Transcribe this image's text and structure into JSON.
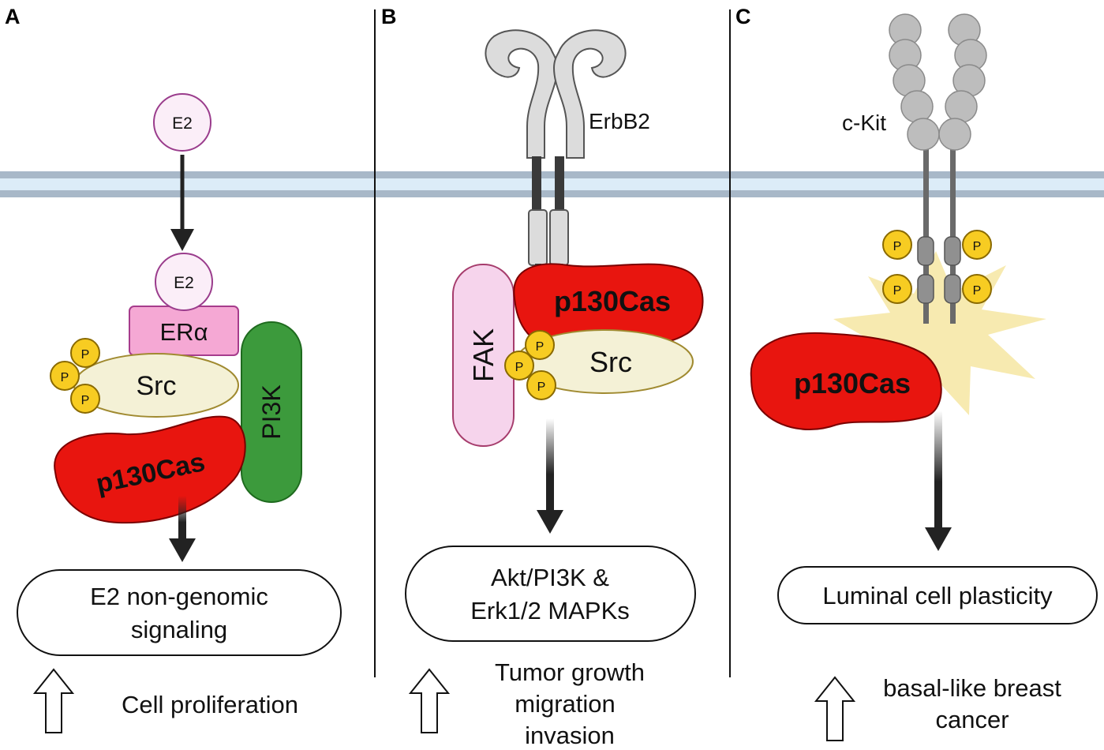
{
  "panels": [
    {
      "id": "A",
      "label": "A",
      "ligand_free": "E2",
      "ligand_bound": "E2",
      "receptor": "ERα",
      "kinase": "Src",
      "pi3k": "PI3K",
      "adaptor": "p130Cas",
      "phospho": [
        "P",
        "P",
        "P"
      ],
      "outcome_box": [
        "E2 non-genomic",
        "signaling"
      ],
      "effect": [
        "Cell proliferation"
      ]
    },
    {
      "id": "B",
      "label": "B",
      "receptor": "ErbB2",
      "adaptor": "p130Cas",
      "fak": "FAK",
      "kinase": "Src",
      "phospho": [
        "P",
        "P",
        "P"
      ],
      "outcome_box": [
        "Akt/PI3K &",
        "Erk1/2 MAPKs"
      ],
      "effect": [
        "Tumor growth",
        "migration",
        "invasion"
      ]
    },
    {
      "id": "C",
      "label": "C",
      "receptor": "c-Kit",
      "adaptor": "p130Cas",
      "phospho": [
        "P",
        "P",
        "P",
        "P"
      ],
      "outcome_box": [
        "Luminal cell plasticity"
      ],
      "effect": [
        "basal-like breast",
        "cancer"
      ]
    }
  ],
  "colors": {
    "membrane_outer": "#a8b8c8",
    "membrane_inner": "#dcecf8",
    "p130cas": "#e8150f",
    "src": "#f4f1d6",
    "era": "#f5a8d4",
    "pi3k": "#3c9a3c",
    "fak": "#f6d4ec",
    "phospho": "#f7cc22",
    "e2_fill": "#fbeef8",
    "e2_stroke": "#9a3c8c",
    "receptor_grey": "#cfcfcf",
    "burst": "#f7eab0"
  }
}
